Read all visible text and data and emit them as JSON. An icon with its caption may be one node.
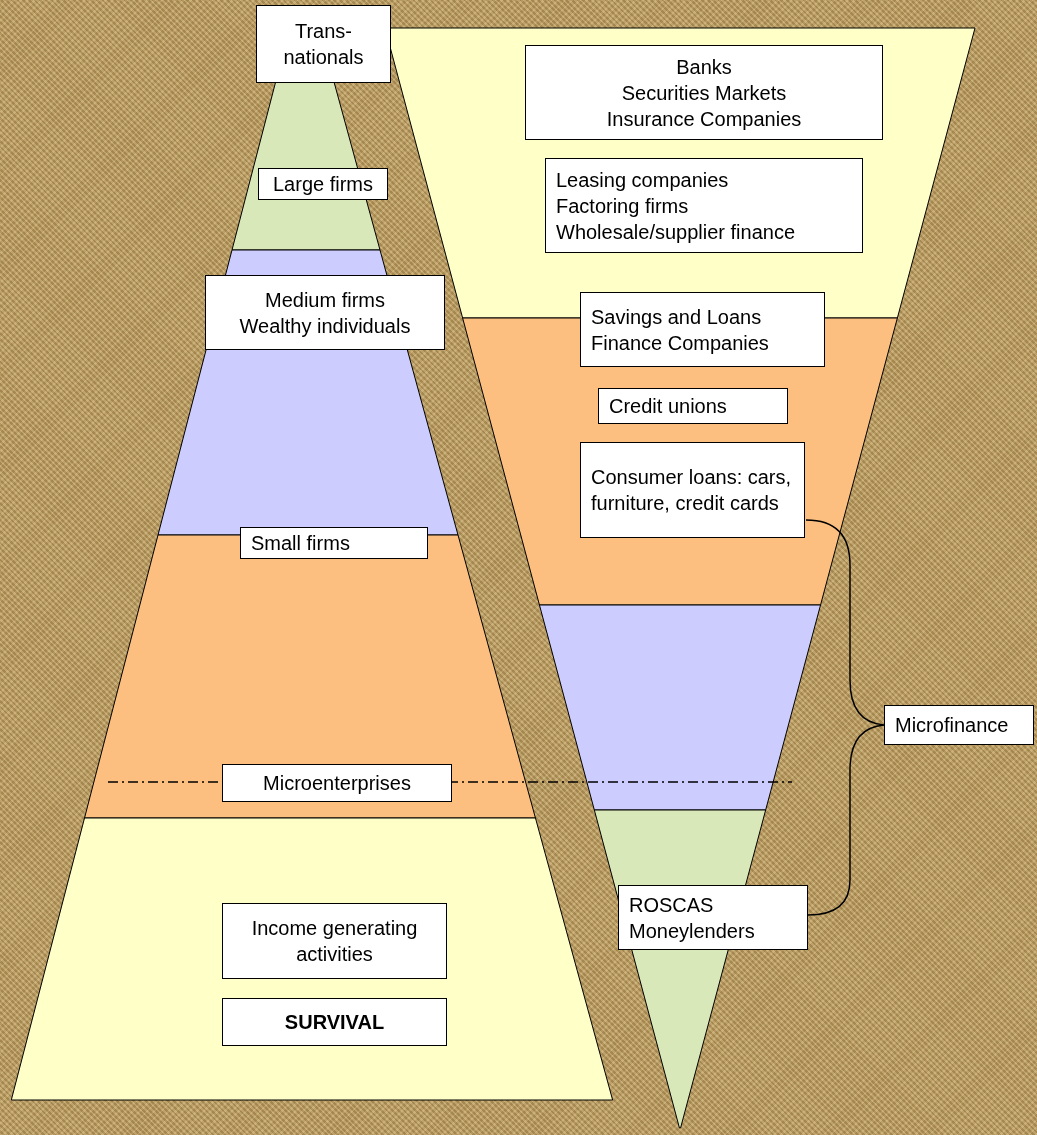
{
  "diagram": {
    "nodes": [
      {
        "text": [
          "Trans- nationals"
        ]
      },
      {
        "text": [
          "Large firms"
        ]
      },
      {
        "text": [
          "Medium firms",
          "Wealthy individuals"
        ]
      },
      {
        "text": [
          "Small firms"
        ]
      },
      {
        "text": [
          "Microenterprises"
        ]
      },
      {
        "text": [
          "Income generating activities"
        ]
      },
      {
        "text": [
          "SURVIVAL"
        ]
      },
      {
        "text": [
          "Banks",
          "Securities Markets",
          "Insurance Companies"
        ]
      },
      {
        "text": [
          "Leasing companies",
          "Factoring firms",
          "Wholesale/supplier finance"
        ]
      },
      {
        "text": [
          "Savings and Loans",
          "Finance Companies"
        ]
      },
      {
        "text": [
          "Credit unions"
        ]
      },
      {
        "text": [
          "Consumer loans: cars, furniture, credit cards"
        ]
      },
      {
        "text": [
          "ROSCAS",
          "Moneylenders"
        ]
      },
      {
        "text": [
          "Microfinance"
        ]
      }
    ]
  }
}
